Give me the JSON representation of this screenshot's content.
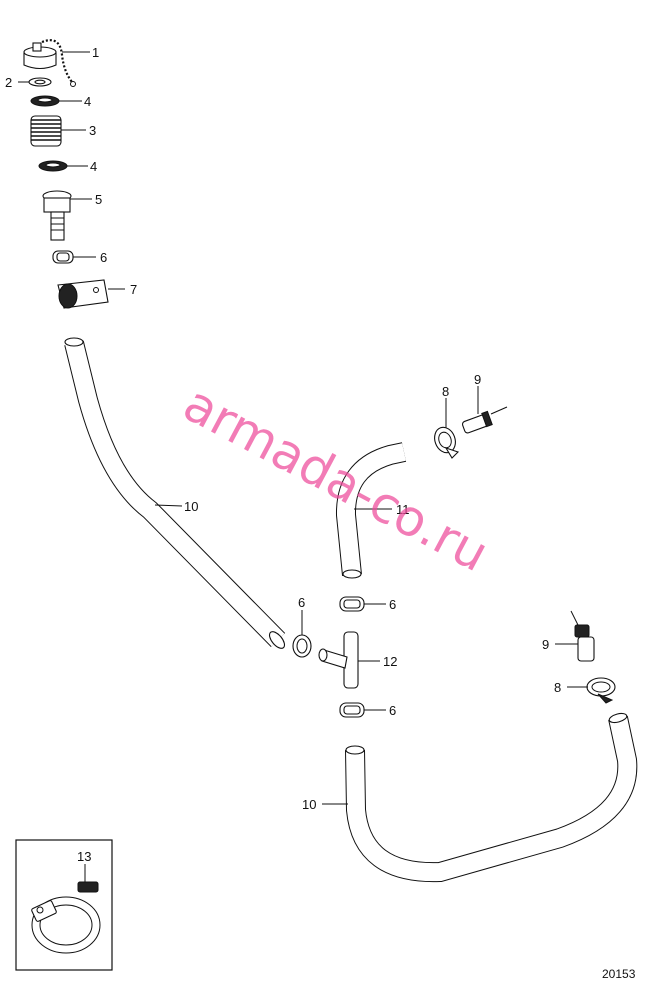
{
  "diagram": {
    "drawing_number": "20153",
    "watermark": "armada-co.ru",
    "callouts": {
      "c1": "1",
      "c2": "2",
      "c4a": "4",
      "c3": "3",
      "c4b": "4",
      "c5": "5",
      "c6a": "6",
      "c7": "7",
      "c10a": "10",
      "c8a": "8",
      "c9a": "9",
      "c11": "11",
      "c6b": "6",
      "c6c": "6",
      "c12": "12",
      "c6d": "6",
      "c9b": "9",
      "c8b": "8",
      "c10b": "10",
      "c13": "13"
    }
  }
}
